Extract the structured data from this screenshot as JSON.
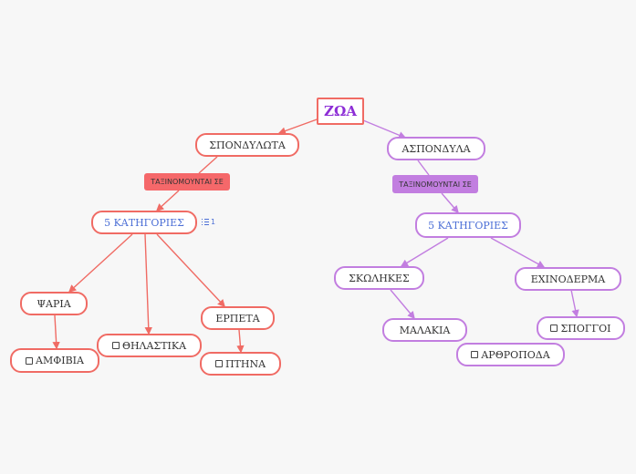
{
  "root": {
    "label": "ΖΩΑ"
  },
  "left": {
    "branch": "ΣΠΟΝΔΥΛΩΤΑ",
    "tag": "ΤΑΞΙΝΟΜΟΥΝΤΑΙ ΣΕ",
    "categories": "5 ΚΑΤΗΓΟΡΙΕΣ",
    "note_count": "1",
    "fish": "ΨΑΡΙΑ",
    "amphibians": "ΑΜΦΙΒΙΑ",
    "mammals": "ΘΗΛΑΣΤΙΚΑ",
    "reptiles": "ΕΡΠΕΤΑ",
    "birds": "ΠΤΗΝΑ"
  },
  "right": {
    "branch": "ΑΣΠΟΝΔΥΛΑ",
    "tag": "ΤΑΞΙΝΟΜΟΥΝΤΑΙ ΣΕ",
    "categories": "5 ΚΑΤΗΓΟΡΙΕΣ",
    "worms": "ΣΚΩΛΗΚΕΣ",
    "echinoderms": "ΕΧΙΝΟΔΕΡΜΑ",
    "molluscs": "ΜΑΛΑΚΙΑ",
    "sponges": "ΣΠΟΓΓΟΙ",
    "arthropods": "ΑΡΘΡΟΠΟΔΑ"
  },
  "colors": {
    "left_branch": "#f06b64",
    "right_branch": "#c27ee0",
    "root_text": "#8d2ed6",
    "category_text": "#4c6fd6"
  }
}
